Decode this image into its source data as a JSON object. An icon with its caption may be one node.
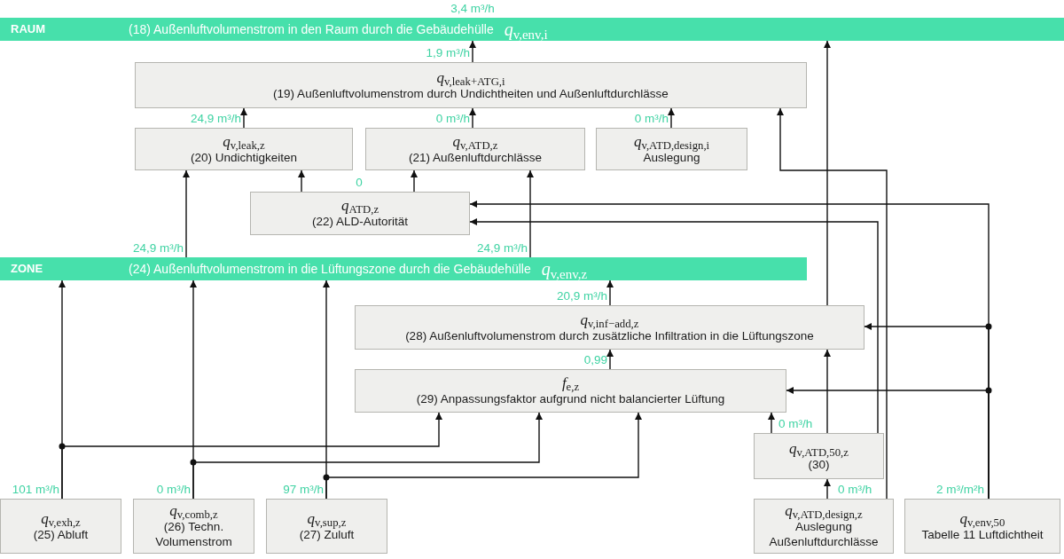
{
  "diagram": {
    "nodes": [
      {
        "text": [
          "RAUM",
          "(18) Außenluftvolumenstrom in den Raum durch die Gebäudehülle",
          "*q*$_{v,env,i}$"
        ],
        "beside": [
          "3,4 m³/h"
        ]
      },
      {
        "text": [
          "*q*$_{v,leak+ATG,i}$",
          "(19) Außenluftvolumenstrom durch Undichtheiten und Außenluftdurchlässe"
        ],
        "beside": [
          "1,9 m³/h"
        ]
      },
      {
        "text": [
          "*q*$_{v,leak,z}$",
          "(20) Undichtigkeiten"
        ],
        "beside": [
          "24,9 m³/h"
        ]
      },
      {
        "text": [
          "*q*$_{v,ATD,z}$",
          "(21) Außenluftdurchlässe"
        ],
        "beside": [
          "0 m³/h"
        ]
      },
      {
        "text": [
          "*q*$_{v,ATD,design,i}$",
          "Auslegung"
        ],
        "beside": [
          "0 m³/h"
        ]
      },
      {
        "text": [
          "*q*$_{ATD,z}$",
          "(22) ALD-Autorität"
        ],
        "beside": [
          "0"
        ]
      },
      {
        "text": [
          "ZONE",
          "(24) Außenluftvolumenstrom in die Lüftungszone durch die Gebäudehülle",
          "*q*$_{v,env,z}$"
        ],
        "beside": [
          "24,9 m³/h",
          "24,9 m³/h"
        ]
      },
      {
        "text": [
          "*q*$_{v,inf−add,z}$",
          "(28) Außenluftvolumenstrom durch zusätzliche Infiltration in die Lüftungszone"
        ],
        "beside": [
          "20,9 m³/h"
        ]
      },
      {
        "text": [
          "*f*$_{e,z}$",
          "(29) Anpassungsfaktor aufgrund nicht balancierter Lüftung"
        ],
        "beside": [
          "0,99"
        ]
      },
      {
        "text": [
          "*q*$_{v,ATD,50,z}$",
          "(30)"
        ],
        "beside": [
          "0 m³/h"
        ]
      },
      {
        "text": [
          "*q*$_{v,exh,z}$",
          "(25) Abluft"
        ],
        "beside": [
          "101 m³/h"
        ]
      },
      {
        "text": [
          "*q*$_{v,comb,z}$",
          "(26) Techn. Volumenstrom"
        ],
        "beside": [
          "0 m³/h"
        ]
      },
      {
        "text": [
          "*q*$_{v,sup,z}$",
          "(27) Zuluft"
        ],
        "beside": [
          "97 m³/h"
        ]
      },
      {
        "text": [
          "*q*$_{v,ATD,design,z}$",
          "Auslegung Außenluftdurchlässe"
        ],
        "beside": [
          "0 m³/h"
        ]
      },
      {
        "text": [
          "*q*$_{v,env,50}$",
          "Tabelle 11 Luftdichtheit"
        ],
        "beside": [
          "2 m³/m²h"
        ]
      }
    ],
    "edges": [
      {
        "from": 1,
        "to": 0,
        "arrow": "to"
      },
      {
        "from": 2,
        "to": 1,
        "arrow": "to"
      },
      {
        "from": 3,
        "to": 1,
        "arrow": "to"
      },
      {
        "from": 4,
        "to": 1,
        "arrow": "to"
      },
      {
        "from": 5,
        "to": 2,
        "arrow": "to"
      },
      {
        "from": 5,
        "to": 3,
        "arrow": "to"
      },
      {
        "from": 6,
        "to": 2,
        "arrow": "to"
      },
      {
        "from": 6,
        "to": 3,
        "arrow": "to"
      },
      {
        "from": 7,
        "to": 6,
        "arrow": "to"
      },
      {
        "from": 8,
        "to": 7,
        "arrow": "to"
      },
      {
        "from": 9,
        "to": 8,
        "arrow": "to"
      },
      {
        "from": 13,
        "to": 9,
        "arrow": "to"
      },
      {
        "from": 9,
        "to": 7,
        "arrow": "to"
      },
      {
        "from": 7,
        "to": 0,
        "arrow": "to"
      },
      {
        "from": 13,
        "to": 1,
        "arrow": "to"
      },
      {
        "from": 9,
        "to": 5,
        "arrow": "to"
      },
      {
        "from": 14,
        "to": 5,
        "arrow": "to"
      },
      {
        "from": 14,
        "to": 7,
        "arrow": "to"
      },
      {
        "from": 14,
        "to": 8,
        "arrow": "to"
      },
      {
        "from": 10,
        "to": 6,
        "arrow": "to"
      },
      {
        "from": 11,
        "to": 6,
        "arrow": "to"
      },
      {
        "from": 12,
        "to": 6,
        "arrow": "to"
      },
      {
        "from": 10,
        "to": 8,
        "arrow": "to"
      },
      {
        "from": 11,
        "to": 8,
        "arrow": "to"
      },
      {
        "from": 12,
        "to": 8,
        "arrow": "to"
      }
    ]
  }
}
